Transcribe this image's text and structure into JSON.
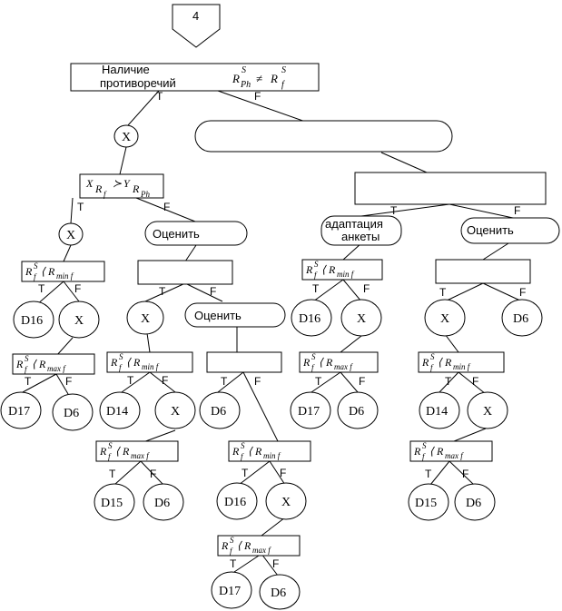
{
  "start_label": "4",
  "root": {
    "line1": "Наличие",
    "line2": "противоречий",
    "R": "R",
    "sup_S": "S",
    "sub_Ph": "Ph",
    "neq": "≠",
    "sub_f": "f"
  },
  "branch": {
    "true_label": "T",
    "false_label": "F"
  },
  "cond": {
    "x_label": "X",
    "r_label": "R",
    "f_sub": "f",
    "gt": "≻",
    "y_label": "Y",
    "ph_sub": "Ph"
  },
  "min_cond": {
    "R": "R",
    "S": "S",
    "f": "f",
    "lt": "⟨",
    "sub": "min f"
  },
  "max_cond": {
    "R": "R",
    "S": "S",
    "f": "f",
    "lt": "⟨",
    "sub": "max f"
  },
  "nodes": {
    "x": "X",
    "evaluate": "Оценить",
    "adaptation_line1": "адаптация",
    "adaptation_line2": "анкеты",
    "d6": "D6",
    "d14": "D14",
    "d15": "D15",
    "d16": "D16",
    "d17": "D17"
  }
}
